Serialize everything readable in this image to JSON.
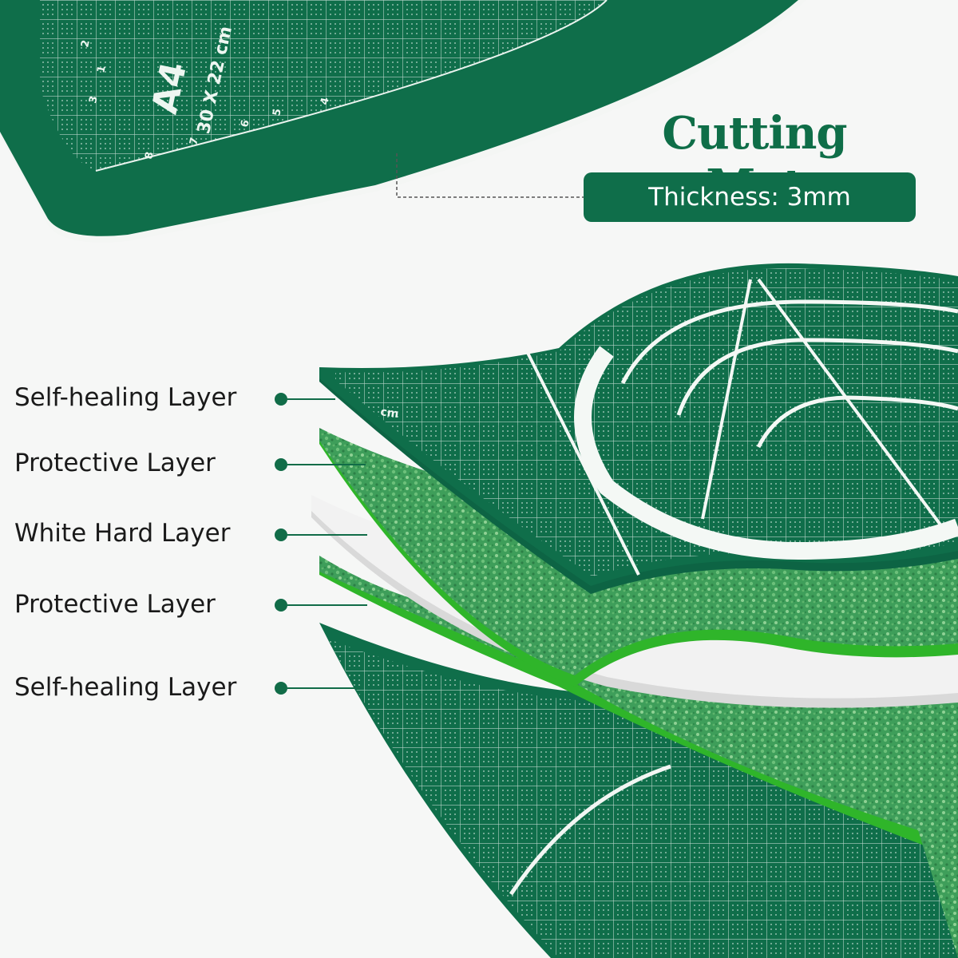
{
  "heading": {
    "title": "Cutting Mat",
    "thickness": "Thickness: 3mm"
  },
  "mat_print": {
    "size": "A4",
    "dims": "30 X 22 cm",
    "unit": "cm",
    "ruler_numbers": [
      "1",
      "2",
      "3",
      "4",
      "5",
      "6",
      "7",
      "8"
    ]
  },
  "layers": [
    {
      "label": "Self-healing Layer"
    },
    {
      "label": "Protective Layer"
    },
    {
      "label": "White Hard Layer"
    },
    {
      "label": "Protective Layer"
    },
    {
      "label": "Self-healing Layer"
    }
  ],
  "colors": {
    "mat_dark": "#0f6e4a",
    "foam_bright": "#2fb52a",
    "foam_mid": "#3c9a55",
    "white_layer": "#ececec",
    "heading": "#0f6e48",
    "text": "#1a1a1a"
  }
}
